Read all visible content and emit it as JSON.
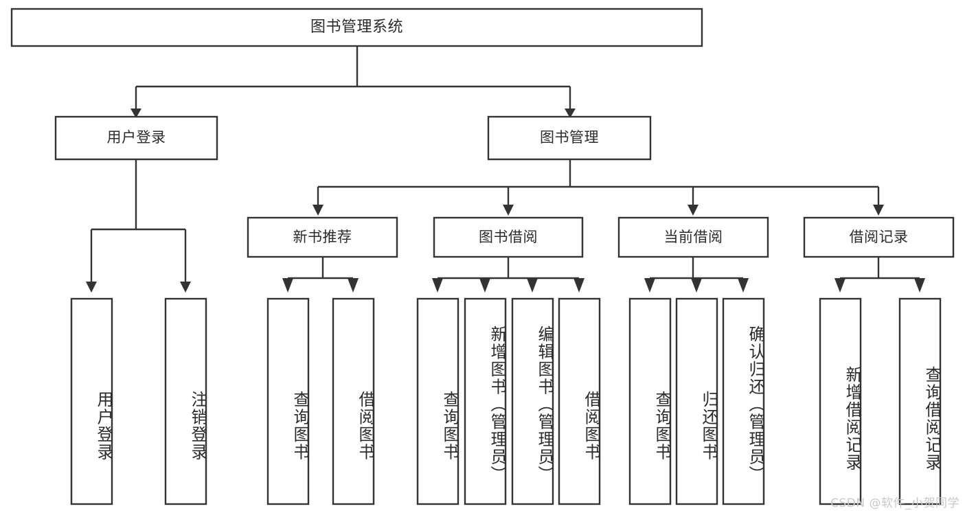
{
  "diagram": {
    "title": "图书管理系统",
    "type": "hierarchy-tree",
    "colors": {
      "box_stroke": "#333333",
      "box_fill": "#ffffff",
      "text": "#2b2b2b",
      "background": "#ffffff",
      "watermark": "#c9c9c9"
    },
    "root": {
      "label": "图书管理系统",
      "orientation": "horizontal"
    },
    "level2": [
      {
        "label": "用户登录",
        "orientation": "horizontal"
      },
      {
        "label": "图书管理",
        "orientation": "horizontal"
      }
    ],
    "level3": [
      {
        "label": "新书推荐",
        "orientation": "horizontal"
      },
      {
        "label": "图书借阅",
        "orientation": "horizontal"
      },
      {
        "label": "当前借阅",
        "orientation": "horizontal"
      },
      {
        "label": "借阅记录",
        "orientation": "horizontal"
      }
    ],
    "leaves": [
      {
        "label": "用户登录",
        "parent": "用户登录",
        "orientation": "vertical"
      },
      {
        "label": "注销登录",
        "parent": "用户登录",
        "orientation": "vertical"
      },
      {
        "label": "查询图书",
        "parent": "新书推荐",
        "orientation": "vertical"
      },
      {
        "label": "借阅图书",
        "parent": "新书推荐",
        "orientation": "vertical"
      },
      {
        "label": "查询图书",
        "parent": "图书借阅",
        "orientation": "vertical"
      },
      {
        "label": "新增图书（管理员）",
        "parent": "图书借阅",
        "orientation": "vertical"
      },
      {
        "label": "编辑图书（管理员）",
        "parent": "图书借阅",
        "orientation": "vertical"
      },
      {
        "label": "借阅图书",
        "parent": "图书借阅",
        "orientation": "vertical"
      },
      {
        "label": "查询图书",
        "parent": "当前借阅",
        "orientation": "vertical"
      },
      {
        "label": "归还图书",
        "parent": "当前借阅",
        "orientation": "vertical"
      },
      {
        "label": "确认归还（管理员）",
        "parent": "当前借阅",
        "orientation": "vertical"
      },
      {
        "label": "新增借阅记录",
        "parent": "借阅记录",
        "orientation": "vertical"
      },
      {
        "label": "查询借阅记录",
        "parent": "借阅记录",
        "orientation": "vertical"
      }
    ],
    "watermark": "CSDN @软件_小贺同学"
  }
}
